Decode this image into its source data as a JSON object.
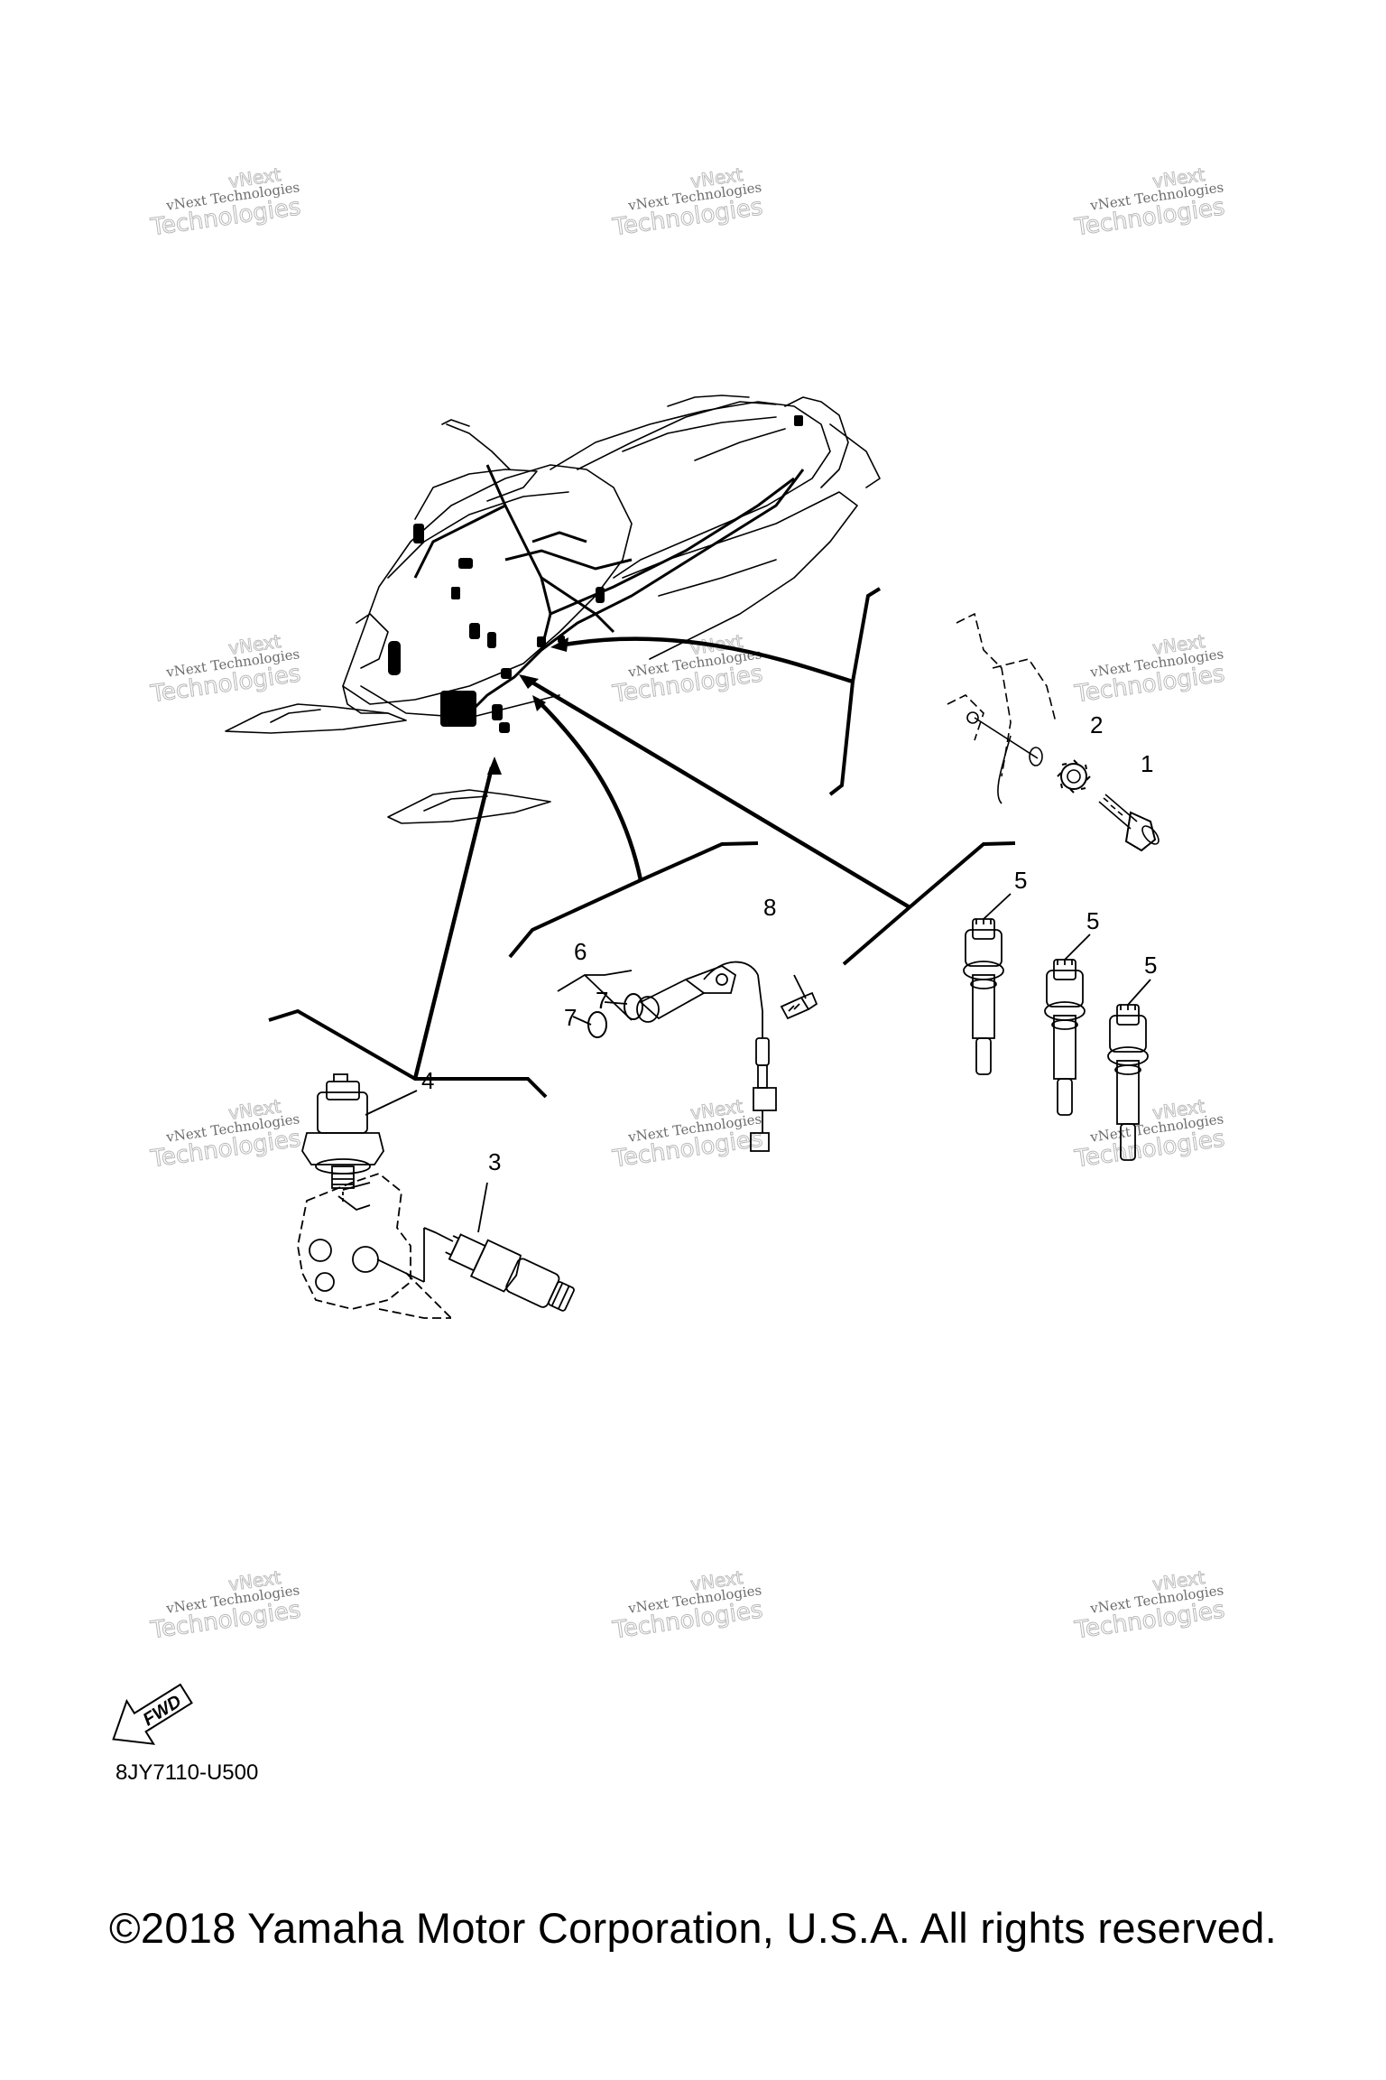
{
  "callouts": {
    "c1": "1",
    "c2": "2",
    "c3": "3",
    "c4": "4",
    "c5a": "5",
    "c5b": "5",
    "c5c": "5",
    "c6": "6",
    "c7a": "7",
    "c7b": "7",
    "c8": "8"
  },
  "watermark": {
    "top": "vNext",
    "line1": "vNext Technologies",
    "line2": "Technologies"
  },
  "fwd_label": "FWD",
  "diagram_code": "8JY7110-U500",
  "copyright": "©2018 Yamaha Motor Corporation, U.S.A. All rights reserved."
}
